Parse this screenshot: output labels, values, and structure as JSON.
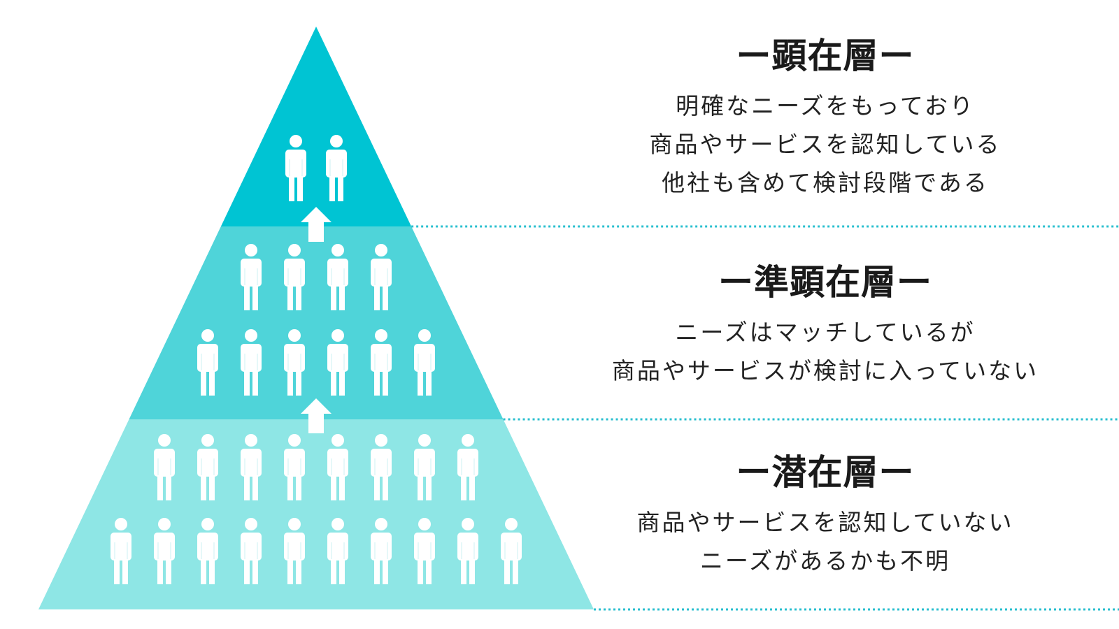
{
  "tiers": [
    {
      "title": "ー顕在層ー",
      "lines": [
        "明確なニーズをもっており",
        "商品やサービスを認知している",
        "他社も含めて検討段階である"
      ],
      "color": "#00c4d3",
      "rows": [
        2
      ]
    },
    {
      "title": "ー準顕在層ー",
      "lines": [
        "ニーズはマッチしているが",
        "商品やサービスが検討に入っていない"
      ],
      "color": "#4fd4d9",
      "rows": [
        4,
        6
      ]
    },
    {
      "title": "ー潜在層ー",
      "lines": [
        "商品やサービスを認知していない",
        "ニーズがあるかも不明"
      ],
      "color": "#8ee6e5",
      "rows": [
        8,
        10
      ]
    }
  ],
  "colors": {
    "divider": "#29bfcf",
    "figure": "#ffffff"
  }
}
